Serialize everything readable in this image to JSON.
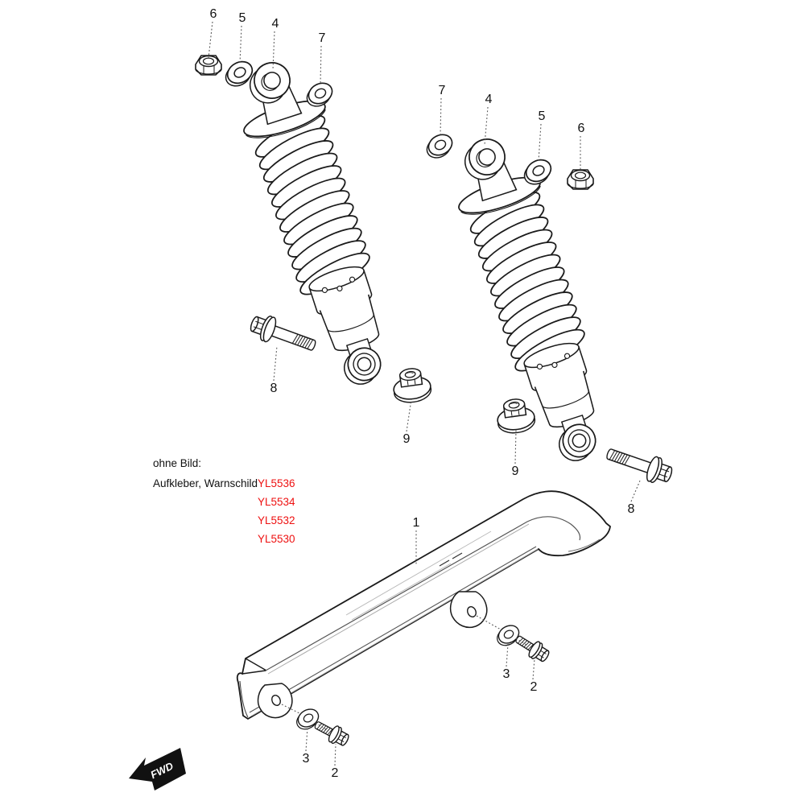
{
  "diagram": {
    "type": "exploded-parts-diagram",
    "subject": "Rear shock absorbers and chain guard",
    "colors": {
      "line": "#1a1a1a",
      "accent_red": "#ee1111",
      "background": "#ffffff"
    },
    "fwd": {
      "label": "FWD"
    },
    "notes": {
      "heading": "ohne Bild:",
      "item_label": "Aufkleber, Warnschild",
      "codes": [
        "YL5536",
        "YL5534",
        "YL5532",
        "YL5530"
      ]
    },
    "callouts": [
      {
        "label": "6",
        "part": "cap-nut",
        "position": "top-left"
      },
      {
        "label": "5",
        "part": "washer",
        "position": "top-left"
      },
      {
        "label": "4",
        "part": "shock-absorber",
        "position": "top-left"
      },
      {
        "label": "7",
        "part": "washer",
        "position": "top-left"
      },
      {
        "label": "7",
        "part": "washer",
        "position": "top-right"
      },
      {
        "label": "4",
        "part": "shock-absorber",
        "position": "top-right"
      },
      {
        "label": "5",
        "part": "washer",
        "position": "top-right"
      },
      {
        "label": "6",
        "part": "cap-nut",
        "position": "top-right"
      },
      {
        "label": "8",
        "part": "flange-bolt",
        "position": "mid-left"
      },
      {
        "label": "9",
        "part": "flange-nut",
        "position": "mid-left"
      },
      {
        "label": "9",
        "part": "flange-nut",
        "position": "mid-right"
      },
      {
        "label": "8",
        "part": "flange-bolt",
        "position": "mid-right"
      },
      {
        "label": "1",
        "part": "chain-guard",
        "position": "center"
      },
      {
        "label": "3",
        "part": "washer",
        "position": "guard-middle"
      },
      {
        "label": "2",
        "part": "hex-bolt",
        "position": "guard-middle"
      },
      {
        "label": "3",
        "part": "washer",
        "position": "guard-left"
      },
      {
        "label": "2",
        "part": "hex-bolt",
        "position": "guard-left"
      }
    ]
  }
}
